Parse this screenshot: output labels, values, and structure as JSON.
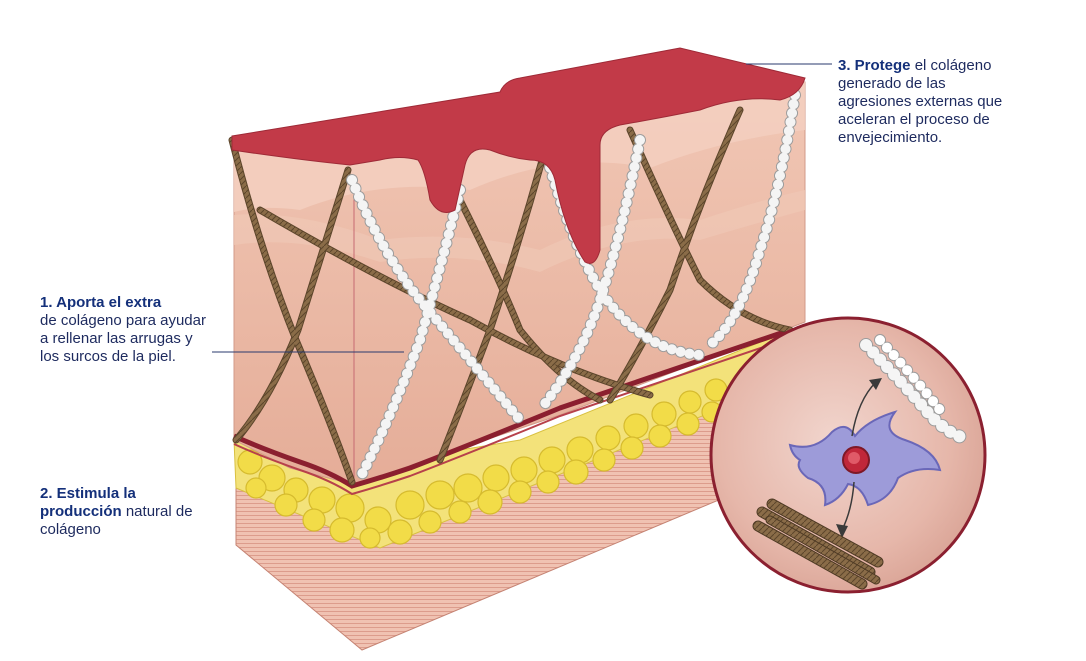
{
  "callouts": {
    "c1": {
      "bold": "1. Aporta el extra",
      "text": "de colágeno para ayudar a rellenar las arrugas y los surcos de la piel."
    },
    "c2": {
      "bold": "2. Estimula la producción",
      "text": " natural de colágeno"
    },
    "c3": {
      "bold": "3. Protege",
      "text": " el colágeno generado de las agresiones externas que aceleran el proceso de envejecimiento."
    }
  },
  "colors": {
    "text": "#1d2a5e",
    "heading": "#14307a",
    "surface_film": "#c23a48",
    "skin": "#e9b7a4",
    "fat": "#f0dc4a",
    "collagen_fiber": "#8a6c48",
    "circle_border": "#8b2030"
  },
  "icons": [
    "fibroblast-icon",
    "collagen-fibril-icon",
    "collagen-bundle-icon"
  ]
}
